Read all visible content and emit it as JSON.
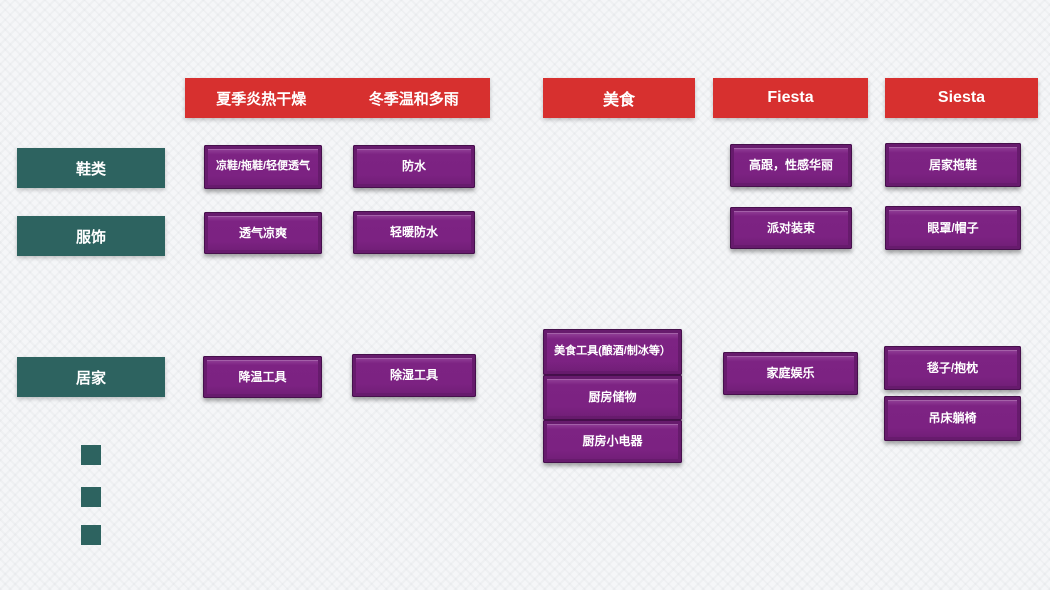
{
  "palette": {
    "background": "#f5f6f8",
    "header_red": "#d7302f",
    "row_teal": "#2d6360",
    "cell_purple": "#7d2383",
    "text": "#ffffff"
  },
  "headers": {
    "climate_summer": "夏季炎热干燥",
    "climate_winter": "冬季温和多雨",
    "food": "美食",
    "fiesta": "Fiesta",
    "siesta": "Siesta"
  },
  "row_labels": {
    "shoes": "鞋类",
    "clothing": "服饰",
    "home": "居家"
  },
  "cells": {
    "shoes_summer": "凉鞋/拖鞋/轻便透气",
    "shoes_winter": "防水",
    "shoes_fiesta": "高跟，性感华丽",
    "shoes_siesta": "居家拖鞋",
    "clothing_summer": "透气凉爽",
    "clothing_winter": "轻暖防水",
    "clothing_fiesta": "派对装束",
    "clothing_siesta": "眼罩/帽子",
    "home_summer": "降温工具",
    "home_winter": "除湿工具",
    "home_food_1": "美食工具(酿酒/制冰等）",
    "home_food_2": "厨房储物",
    "home_food_3": "厨房小电器",
    "home_fiesta": "家庭娱乐",
    "home_siesta_1": "毯子/抱枕",
    "home_siesta_2": "吊床躺椅"
  },
  "legend": {
    "square_count": 3
  }
}
